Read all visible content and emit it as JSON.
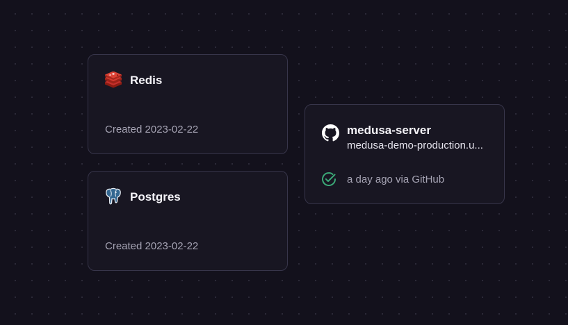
{
  "services": {
    "redis": {
      "name": "Redis",
      "meta": "Created 2023-02-22",
      "icon": "redis-icon"
    },
    "postgres": {
      "name": "Postgres",
      "meta": "Created 2023-02-22",
      "icon": "postgres-icon"
    },
    "server": {
      "name": "medusa-server",
      "url": "medusa-demo-production.u...",
      "status": "a day ago via GitHub",
      "icon": "github-icon",
      "status_icon": "check-circle-icon"
    }
  },
  "colors": {
    "background": "#13111c",
    "card": "#181622",
    "card_border": "#37354a",
    "redis_red": "#c6302b",
    "postgres_blue": "#336791",
    "success_green": "#3ba877"
  }
}
